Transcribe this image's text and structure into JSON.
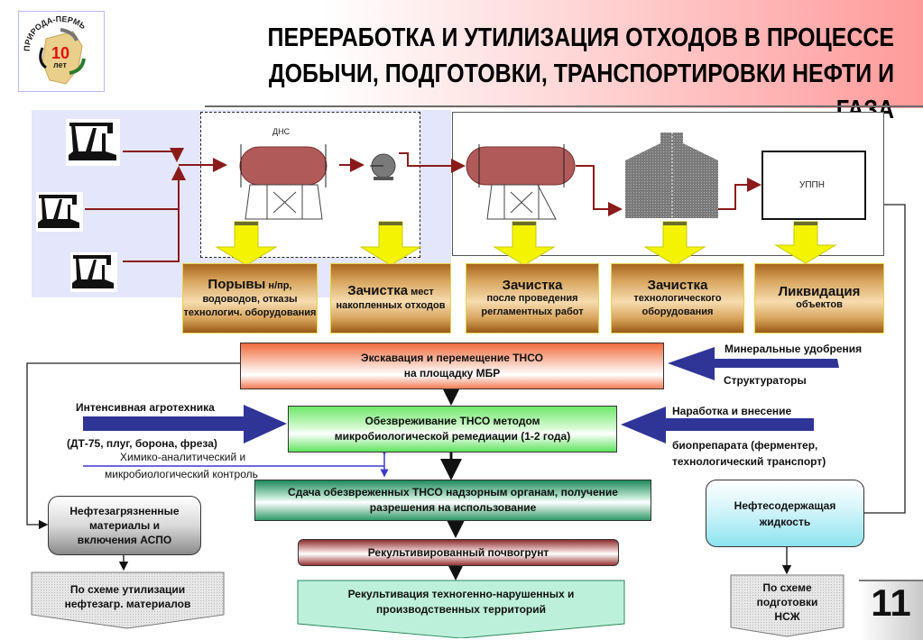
{
  "header": {
    "title_line1": "ПЕРЕРАБОТКА И УТИЛИЗАЦИЯ ОТХОДОВ В ПРОЦЕССЕ",
    "title_line2": "ДОБЫЧИ, ПОДГОТОВКИ, ТРАНСПОРТИРОВКИ НЕФТИ И ГАЗА",
    "logo": {
      "arc_text": "ПРИРОДА-ПЕРМЬ",
      "number": "10",
      "sub": "лет"
    }
  },
  "plant": {
    "dns_label": "ДНС",
    "uppn_label": "УППН"
  },
  "sources": [
    {
      "big": "Порывы",
      "small_inline": " н/пр,",
      "rest": "водоводов, отказы технологич. оборудования"
    },
    {
      "big": "Зачистка",
      "small_inline": " мест",
      "rest": "накопленных отходов"
    },
    {
      "big": "Зачистка",
      "small_inline": "",
      "rest": "после проведения регламентных работ"
    },
    {
      "big": "Зачистка",
      "small_inline": "",
      "rest": "технологического оборудования"
    },
    {
      "big": "Ликвидация",
      "small_inline": "",
      "rest": "объектов"
    }
  ],
  "flow": {
    "excavation": {
      "line1": "Экскавация и перемещение ТНСО",
      "line2": "на площадку МБР"
    },
    "neutralization": {
      "line1": "Обезвреживание ТНСО методом",
      "line2": "микробиологической ремедиации (1-2 года)"
    },
    "handover": {
      "line1": "Сдача обезвреженных ТНСО надзорным органам, получение",
      "line2": "разрешения на использование"
    },
    "soil": {
      "line1": "Рекультивированный почвогрунт"
    },
    "recultivation": {
      "line1": "Рекультивация техногенно-нарушенных и",
      "line2": "производственных территорий"
    }
  },
  "inputs": {
    "mineral": "Минеральные удобрения",
    "structurators": "Структураторы",
    "agro_title": "Интенсивная агротехника",
    "agro_equipment": "(ДТ-75, плуг, борона, фреза)",
    "control_line1": "Химико-аналитический и",
    "control_line2": "микробиологический контроль",
    "bio_line1": "Наработка и внесение",
    "bio_line2": "биопрепарата (ферментер,",
    "bio_line3": "технологический транспорт)"
  },
  "side": {
    "materials": {
      "line1": "Нефтезагрязненные",
      "line2": "материалы и",
      "line3": "включения АСПО"
    },
    "materials_scheme": {
      "line1": "По схеме утилизации",
      "line2": "нефтезагр. материалов"
    },
    "liquid": {
      "line1": "Нефтесодержащая",
      "line2": "жидкость"
    },
    "liquid_scheme": {
      "line1": "По схеме",
      "line2": "подготовки",
      "line3": "НСЖ"
    }
  },
  "page_number": "11",
  "colors": {
    "pipe": "#8b1a1a",
    "tank": "#b05a5a",
    "blue_arrow": "#2f3597",
    "yellow_arrow": "#f4f400"
  }
}
